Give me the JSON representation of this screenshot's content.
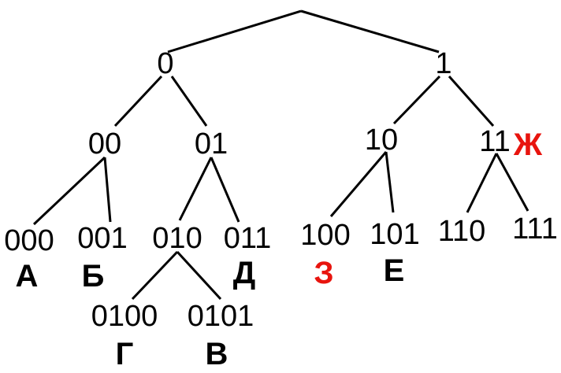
{
  "tree": {
    "nodes": [
      {
        "id": "n0",
        "code": "0"
      },
      {
        "id": "n1",
        "code": "1"
      },
      {
        "id": "n00",
        "code": "00"
      },
      {
        "id": "n01",
        "code": "01"
      },
      {
        "id": "n10",
        "code": "10"
      },
      {
        "id": "n11",
        "code": "11"
      },
      {
        "id": "n000",
        "code": "000"
      },
      {
        "id": "n001",
        "code": "001"
      },
      {
        "id": "n010",
        "code": "010"
      },
      {
        "id": "n011",
        "code": "011"
      },
      {
        "id": "n100",
        "code": "100"
      },
      {
        "id": "n101",
        "code": "101"
      },
      {
        "id": "n110",
        "code": "110"
      },
      {
        "id": "n111",
        "code": "111"
      },
      {
        "id": "n0100",
        "code": "0100"
      },
      {
        "id": "n0101",
        "code": "0101"
      }
    ],
    "letters": [
      {
        "id": "lA",
        "node": "n000",
        "letter": "А",
        "color": "#000000"
      },
      {
        "id": "lB",
        "node": "n001",
        "letter": "Б",
        "color": "#000000"
      },
      {
        "id": "lD",
        "node": "n011",
        "letter": "Д",
        "color": "#000000"
      },
      {
        "id": "lZ",
        "node": "n100",
        "letter": "З",
        "color": "#e8140e"
      },
      {
        "id": "lE",
        "node": "n101",
        "letter": "Е",
        "color": "#000000"
      },
      {
        "id": "lZh",
        "node": "n11",
        "letter": "Ж",
        "color": "#e8140e"
      },
      {
        "id": "lG",
        "node": "n0100",
        "letter": "Г",
        "color": "#000000"
      },
      {
        "id": "lV",
        "node": "n0101",
        "letter": "В",
        "color": "#000000"
      }
    ]
  }
}
